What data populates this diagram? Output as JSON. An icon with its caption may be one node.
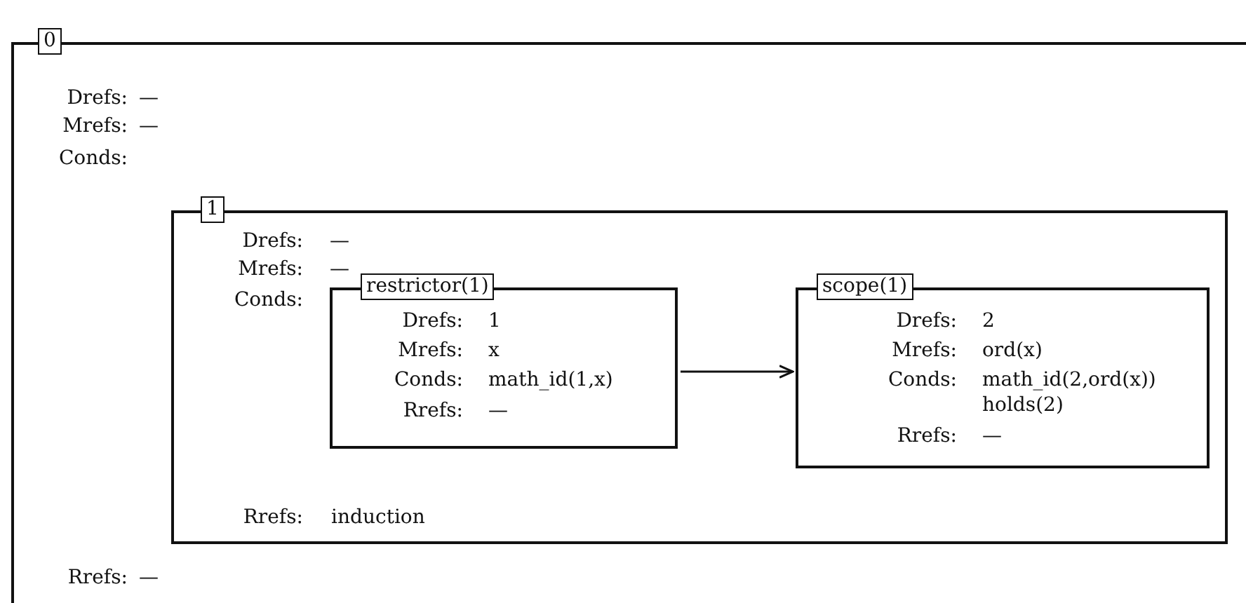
{
  "diagram": {
    "nodes": [
      {
        "text": [
          "0",
          "Drefs:",
          "—",
          "Mrefs:",
          "—",
          "Conds:",
          "Rrefs:",
          "—"
        ]
      },
      {
        "text": [
          "1",
          "Drefs:",
          "—",
          "Mrefs:",
          "—",
          "Conds:",
          "Rrefs:",
          "induction"
        ],
        "in": 0
      },
      {
        "text": [
          "restrictor(1)",
          "Drefs:",
          "1",
          "Mrefs:",
          "x",
          "Conds:",
          "math_id(1,x)",
          "Rrefs:",
          "—"
        ],
        "in": 1
      },
      {
        "text": [
          "scope(1)",
          "Drefs:",
          "2",
          "Mrefs:",
          "ord(x)",
          "Conds:",
          "math_id(2,ord(x))",
          "holds(2)",
          "Rrefs:",
          "—"
        ],
        "in": 1
      }
    ],
    "edges": [
      {
        "from": 2,
        "to": 3,
        "arrow": "to"
      }
    ]
  }
}
